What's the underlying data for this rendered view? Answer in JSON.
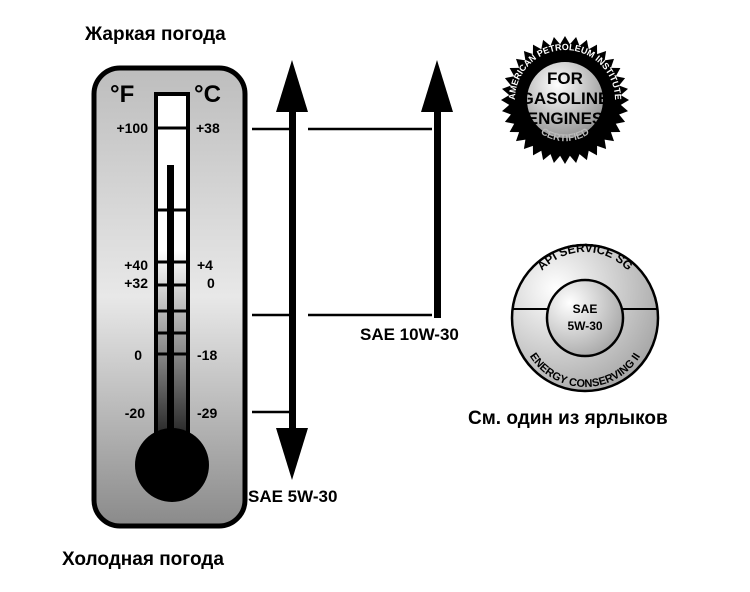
{
  "labels": {
    "hot_weather": "Жаркая погода",
    "cold_weather": "Холодная погода",
    "see_label": "См. один из ярлыков",
    "sae_10w30": "SAE 10W-30",
    "sae_5w30": "SAE 5W-30"
  },
  "thermometer": {
    "unit_f": "°F",
    "unit_c": "°C",
    "scale_f": [
      "+100",
      "+40",
      "+32",
      "0",
      "-20"
    ],
    "scale_c": [
      "+38",
      "+4",
      "0",
      "-18",
      "-29"
    ]
  },
  "seal_certified": {
    "ring_top": "AMERICAN PETROLEUM INSTITUTE",
    "ring_bottom": "CERTIFIED",
    "center_lines": [
      "FOR",
      "GASOLINE",
      "ENGINES"
    ]
  },
  "seal_service": {
    "ring_top": "API SERVICE SG",
    "ring_bottom": "ENERGY CONSERVING II",
    "center_lines": [
      "SAE",
      "5W-30"
    ]
  }
}
